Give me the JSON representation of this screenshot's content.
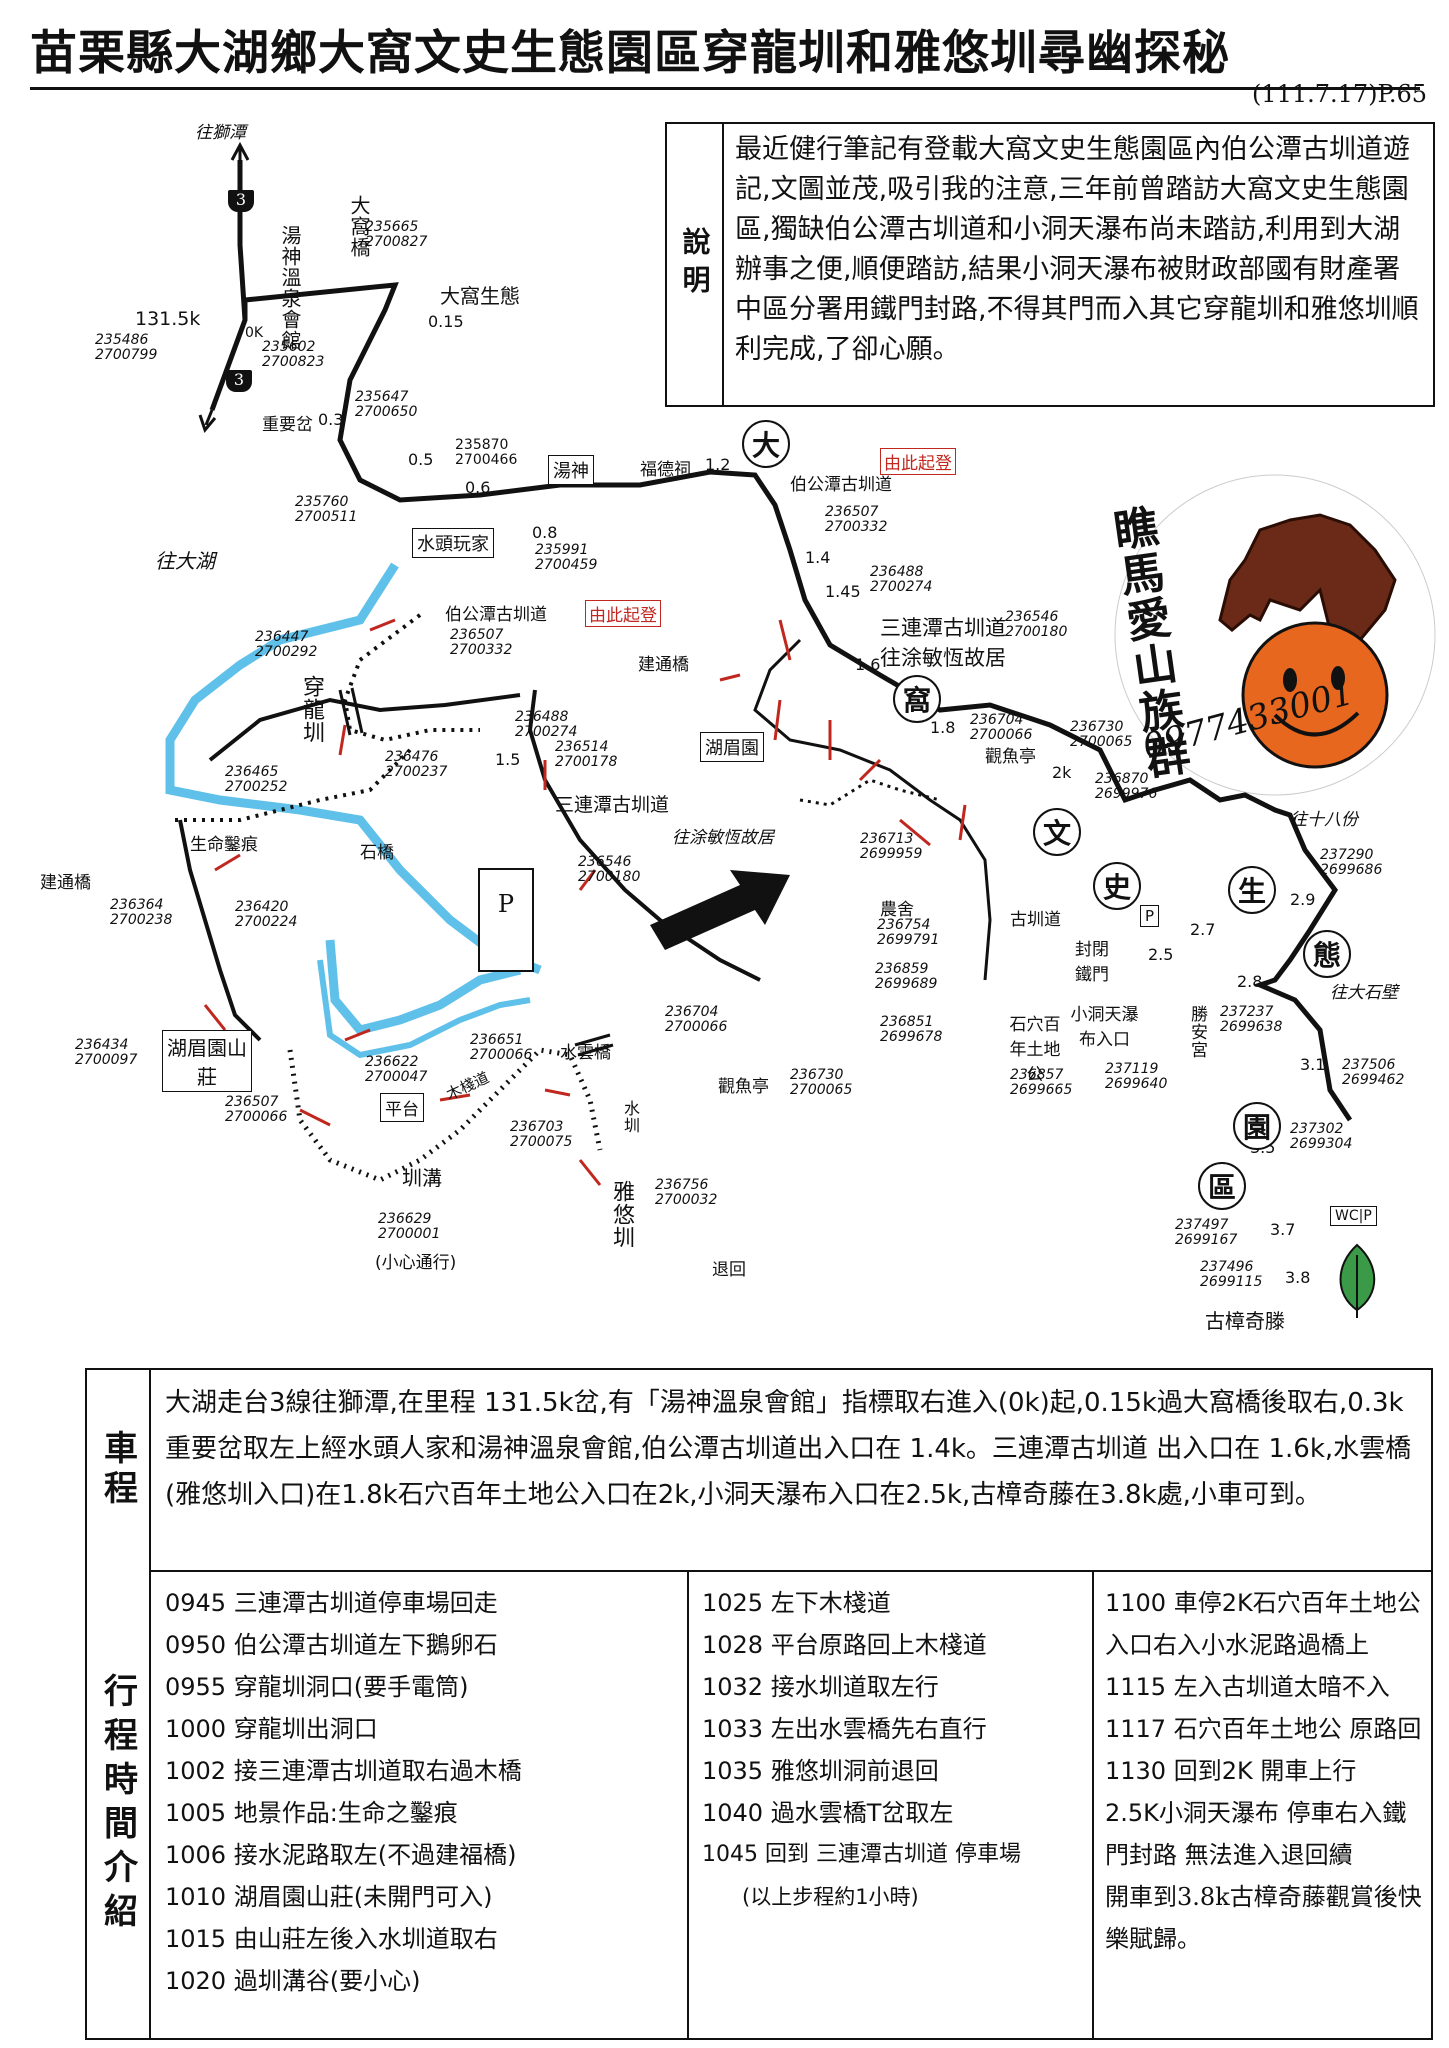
{
  "title": "苗栗縣大湖鄉大窩文史生態園區穿龍圳和雅悠圳尋幽探秘",
  "page_ref": "(111.7.17)P.65",
  "description": {
    "label": "說明",
    "text": "最近健行筆記有登載大窩文史生態園區內伯公潭古圳道遊記,文圖並茂,吸引我的注意,三年前曾踏訪大窩文史生態園區,獨缺伯公潭古圳道和小洞天瀑布尚未踏訪,利用到大湖辦事之便,順便踏訪,結果小洞天瀑布被財政部國有財產署中區分署用鐵門封路,不得其門而入其它穿龍圳和雅悠圳順利完成,了卻心願。"
  },
  "logo": {
    "text": "瞧馬愛山族群",
    "phone": "0977433001"
  },
  "map": {
    "top_labels": [
      "往獅潭",
      "湯神溫泉會館",
      "大窩橋",
      "大窩生態",
      "往大湖",
      "重要岔",
      "湯神",
      "福德祠",
      "伯公潭古圳道",
      "由此起登",
      "水頭玩家",
      "三連潭古圳道",
      "往涂敏恆故居",
      "觀魚亭",
      "往十八份",
      "往大石壁",
      "勝安宮",
      "封閉鐵門",
      "小洞天瀑布入口",
      "石穴百年土地公",
      "古圳道",
      "農舍",
      "古樟奇滕"
    ],
    "route_numbers": [
      "3",
      "3"
    ],
    "km_marks": [
      "131.5k",
      "0K",
      "0.15",
      "0.3",
      "0.5",
      "0.6",
      "0.8",
      "1.2",
      "1.4",
      "1.45",
      "1.6",
      "1.8",
      "2k",
      "2.5",
      "2.7",
      "2.8",
      "2.9",
      "3.1",
      "3.5",
      "3.7",
      "3.8",
      "1.5"
    ],
    "circle_chars": [
      "大",
      "窩",
      "文",
      "史",
      "生",
      "態",
      "園",
      "區"
    ],
    "inset_labels": [
      "伯公潭古圳道",
      "由此起登",
      "穿龍圳",
      "生命鑿痕",
      "石橋",
      "建通橋",
      "湖眉園山莊",
      "三連潭古圳道",
      "往涂敏恆故居",
      "水雲橋",
      "觀魚亭",
      "平台",
      "木棧道",
      "圳溝",
      "雅悠圳",
      "退回",
      "(小心通行)",
      "建通橋",
      "湖眉園",
      "WC",
      "P",
      "水圳"
    ],
    "coords": {
      "c1": "235486\n2700799",
      "c2": "235665\n2700827",
      "c3": "235602\n2700823",
      "c4": "235647\n2700650",
      "c5": "235870\n2700466",
      "c6": "235760\n2700511",
      "c7": "235991\n2700459",
      "c8": "236507\n2700332",
      "c9": "236488\n2700274",
      "c10": "236546\n2700180",
      "c11": "236704\n2700066",
      "c12": "236730\n2700065",
      "c13": "236870\n2699976",
      "c14": "236713\n2699959",
      "c15": "236754\n2699791",
      "c16": "236859\n2699689",
      "c17": "236851\n2699678",
      "c18": "236857\n2699665",
      "c19": "237119\n2699640",
      "c20": "237237\n2699638",
      "c21": "237290\n2699686",
      "c22": "237506\n2699462",
      "c23": "237302\n2699304",
      "c24": "237497\n2699167",
      "c25": "237496\n2699115",
      "i1": "236447\n2700292",
      "i2": "236507\n2700332",
      "i3": "236488\n2700274",
      "i4": "236476\n2700237",
      "i5": "236465\n2700252",
      "i6": "236514\n2700178",
      "i7": "236546\n2700180",
      "i8": "236364\n2700238",
      "i9": "236420\n2700224",
      "i10": "236434\n2700097",
      "i11": "236507\n2700066",
      "i12": "236622\n2700047",
      "i13": "236651\n2700066",
      "i14": "236704\n2700066",
      "i15": "236730\n2700065",
      "i16": "236703\n2700075",
      "i17": "236756\n2700032",
      "i18": "236629\n2700001"
    }
  },
  "route": {
    "label": "車程",
    "text": "大湖走台3線往獅潭,在里程 131.5k岔,有「湯神溫泉會館」指標取右進入(0k)起,0.15k過大窩橋後取右,0.3k重要岔取左上經水頭人家和湯神溫泉會館,伯公潭古圳道出入口在 1.4k。三連潭古圳道 出入口在 1.6k,水雲橋(雅悠圳入口)在1.8k石穴百年土地公入口在2k,小洞天瀑布入口在2.5k,古樟奇藤在3.8k處,小車可到。"
  },
  "schedule": {
    "label": "行程時間介紹",
    "col1": [
      "0945 三連潭古圳道停車場回走",
      "0950 伯公潭古圳道左下鵝卵石",
      "0955 穿龍圳洞口(要手電筒)",
      "1000 穿龍圳出洞口",
      "1002 接三連潭古圳道取右過木橋",
      "1005 地景作品:生命之鑿痕",
      "1006 接水泥路取左(不過建福橋)",
      "1010 湖眉園山莊(未開門可入)",
      "1015 由山莊左後入水圳道取右",
      "1020 過圳溝谷(要小心)"
    ],
    "col2": [
      "1025 左下木棧道",
      "1028 平台原路回上木棧道",
      "1032 接水圳道取左行",
      "1033 左出水雲橋先右直行",
      "1035 雅悠圳洞前退回",
      "1040 過水雲橋T岔取左",
      "1045 回到 三連潭古圳道 停車場",
      "(以上步程約1小時)"
    ],
    "col3": [
      "1100 車停2K石穴百年土地公入口右入小水泥路過橋上",
      "1115 左入古圳道太暗不入",
      "1117 石穴百年土地公 原路回",
      "1130 回到2K 開車上行",
      "2.5K小洞天瀑布 停車右入鐵門封路 無法進入退回續",
      "開車到3.8k古樟奇藤觀賞後快樂賦歸。"
    ]
  },
  "colors": {
    "river": "#5fc0ea",
    "trail_red": "#c0271f",
    "ink": "#111111",
    "logo_orange": "#e8671f",
    "logo_brown": "#6b2a17"
  }
}
